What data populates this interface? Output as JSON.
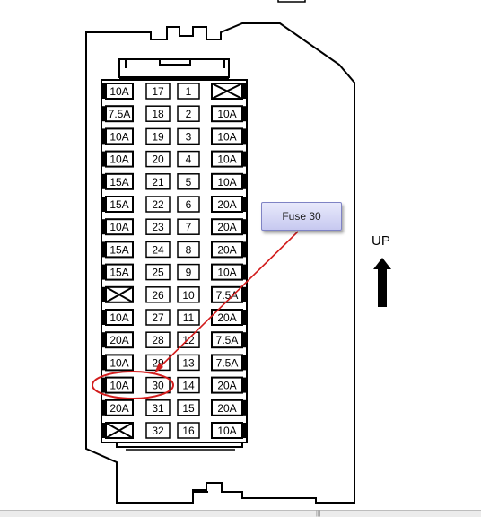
{
  "callout": {
    "text": "Fuse 30"
  },
  "direction": {
    "label": "UP"
  },
  "columns": [
    [
      "10A",
      "7.5A",
      "10A",
      "10A",
      "15A",
      "15A",
      "10A",
      "15A",
      "15A",
      "",
      "10A",
      "20A",
      "10A",
      "10A",
      "20A",
      ""
    ],
    [
      "17",
      "18",
      "19",
      "20",
      "21",
      "22",
      "23",
      "24",
      "25",
      "26",
      "27",
      "28",
      "29",
      "30",
      "31",
      "32"
    ],
    [
      "1",
      "2",
      "3",
      "4",
      "5",
      "6",
      "7",
      "8",
      "9",
      "10",
      "11",
      "12",
      "13",
      "14",
      "15",
      "16"
    ],
    [
      "",
      "10A",
      "10A",
      "10A",
      "10A",
      "20A",
      "20A",
      "20A",
      "10A",
      "7.5A",
      "20A",
      "7.5A",
      "7.5A",
      "20A",
      "20A",
      "10A"
    ]
  ],
  "highlight": {
    "column": 1,
    "row": 13
  },
  "colors": {
    "callout_border": "#7f83c4",
    "pointer": "#d21c1c",
    "outline": "#000000"
  }
}
